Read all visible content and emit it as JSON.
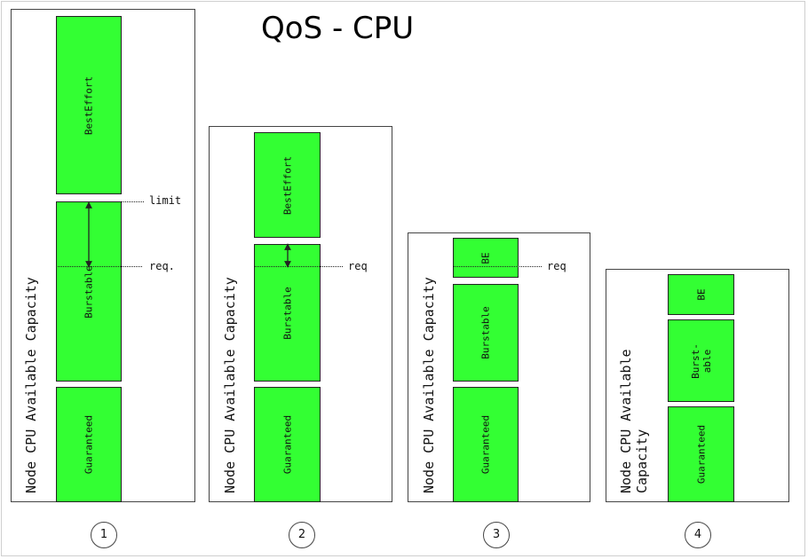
{
  "title": "QoS - CPU",
  "axis_label": "Node CPU Available Capacity",
  "axis_label_p4_line1": "Node CPU Available",
  "axis_label_p4_line2": "Capacity",
  "labels": {
    "best_effort": "BestEffort",
    "burstable": "Burstable",
    "guaranteed": "Guaranteed",
    "be": "BE",
    "burst_line1": "Burst-",
    "burst_line2": "able",
    "limit": "limit",
    "req_dot": "req.",
    "req": "req"
  },
  "panels": [
    "1",
    "2",
    "3",
    "4"
  ],
  "colors": {
    "block_fill": "#33ff33",
    "border": "#222222"
  }
}
